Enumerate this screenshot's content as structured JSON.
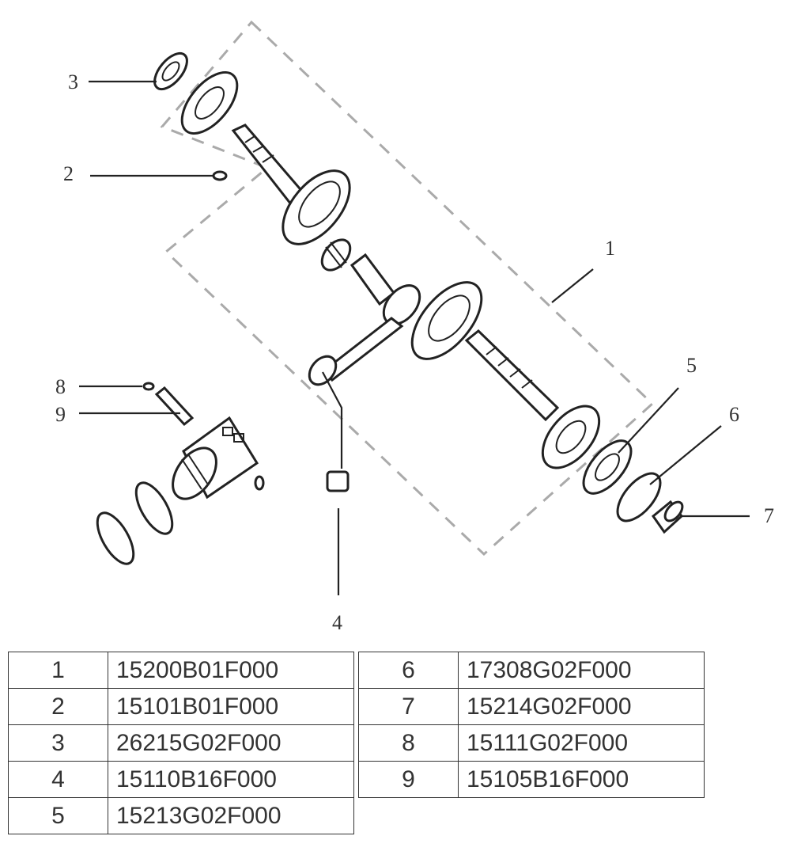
{
  "callouts": {
    "c1": "1",
    "c2": "2",
    "c3": "3",
    "c4": "4",
    "c5": "5",
    "c6": "6",
    "c7": "7",
    "c8": "8",
    "c9": "9"
  },
  "parts_table": {
    "left": [
      {
        "no": "1",
        "code": "15200B01F000"
      },
      {
        "no": "2",
        "code": "15101B01F000"
      },
      {
        "no": "3",
        "code": "26215G02F000"
      },
      {
        "no": "4",
        "code": "15110B16F000"
      },
      {
        "no": "5",
        "code": "15213G02F000"
      }
    ],
    "right": [
      {
        "no": "6",
        "code": "17308G02F000"
      },
      {
        "no": "7",
        "code": "15214G02F000"
      },
      {
        "no": "8",
        "code": "15111G02F000"
      },
      {
        "no": "9",
        "code": "15105B16F000"
      }
    ]
  }
}
